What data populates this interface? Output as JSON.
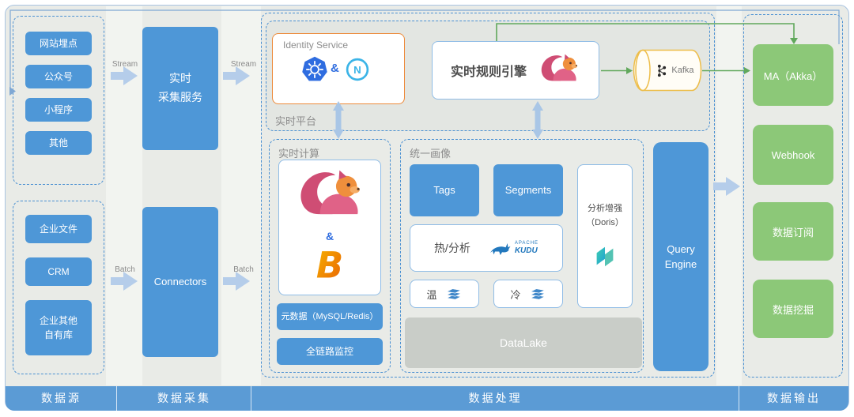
{
  "footer": {
    "sections": [
      "数据源",
      "数据采集",
      "数据处理",
      "数据输出"
    ]
  },
  "sources": {
    "online": [
      "网站埋点",
      "公众号",
      "小程序",
      "其他"
    ],
    "offline": [
      "企业文件",
      "CRM",
      "企业其他自有库"
    ]
  },
  "collection": {
    "realtime_line1": "实时",
    "realtime_line2": "采集服务",
    "connectors": "Connectors"
  },
  "flows": {
    "stream": "Stream",
    "batch": "Batch"
  },
  "platform": {
    "label": "实时平台",
    "identity_service": "Identity Service",
    "amp": "&",
    "nacos_letter": "N",
    "rule_engine": "实时规则引擎",
    "kafka": "Kafka"
  },
  "compute": {
    "label": "实时计算",
    "amp": "&",
    "blink_letter": "B",
    "metadata": "元数据（MySQL/Redis）",
    "monitoring": "全链路监控"
  },
  "profile": {
    "label": "统一画像",
    "tags": "Tags",
    "segments": "Segments",
    "hot": "热/分析",
    "kudu_apache": "APACHE",
    "kudu_name": "KUDU",
    "warm": "温",
    "cold": "冷",
    "doris_line1": "分析增强",
    "doris_line2": "（Doris）",
    "datalake": "DataLake"
  },
  "query_engine": {
    "line1": "Query",
    "line2": "Engine"
  },
  "output": {
    "items": [
      "MA（Akka）",
      "Webhook",
      "数据订阅",
      "数据挖掘"
    ]
  },
  "colors": {
    "blue": "#4e97d7",
    "green": "#8cc878",
    "bar": "#5b9bd5",
    "identity_border": "#ed8a3a",
    "arrow_green": "#61a85c"
  }
}
